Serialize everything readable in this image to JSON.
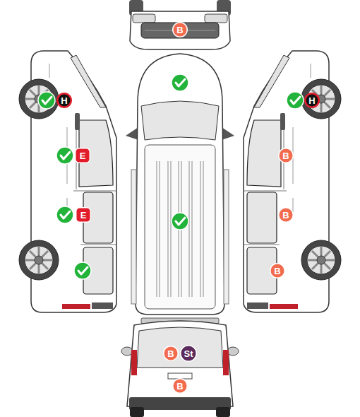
{
  "diagram": {
    "nodes": [
      {
        "text": [
          "B"
        ]
      },
      {
        "text": [
          "H"
        ]
      },
      {
        "text": [
          "H"
        ]
      },
      {
        "text": [
          "E"
        ]
      },
      {
        "text": [
          "B"
        ]
      },
      {
        "text": [
          "E"
        ]
      },
      {
        "text": [
          "B"
        ]
      },
      {
        "text": [
          "B"
        ]
      },
      {
        "text": [
          "B"
        ]
      },
      {
        "text": [
          "St"
        ]
      },
      {
        "text": [
          "B"
        ]
      }
    ]
  }
}
